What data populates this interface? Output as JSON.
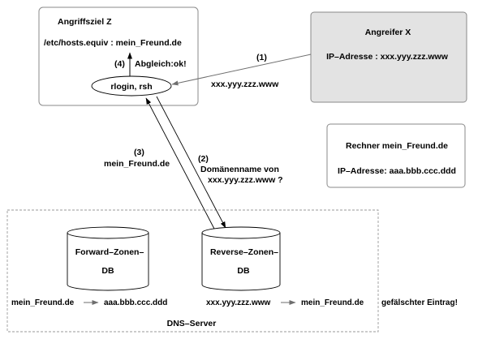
{
  "target_box": {
    "title": "Angriffsziel Z",
    "hosts_line": "/etc/hosts.equiv : mein_Freund.de",
    "step4_num": "(4)",
    "step4_text": "Abgleich:ok!",
    "service": "rlogin, rsh"
  },
  "attacker_box": {
    "title": "Angreifer X",
    "ip_line": "IP–Adresse : xxx.yyy.zzz.www",
    "fill": "#e3e3e3"
  },
  "attack_edge": {
    "step_num": "(1)",
    "source_ip": "xxx.yyy.zzz.www"
  },
  "friend_box": {
    "title": "Rechner mein_Freund.de",
    "ip_line": "IP–Adresse: aaa.bbb.ccc.ddd"
  },
  "dns_edges": {
    "step3_num": "(3)",
    "step3_text": "mein_Freund.de",
    "step2_num": "(2)",
    "step2_text1": "Domänenname  von",
    "step2_text2": "xxx.yyy.zzz.www ?"
  },
  "dns_server": {
    "label": "DNS–Server",
    "forward_db_line1": "Forward–Zonen–",
    "forward_db_line2": "DB",
    "reverse_db_line1": "Reverse–Zonen–",
    "reverse_db_line2": "DB",
    "forward_from": "mein_Freund.de",
    "forward_to": "aaa.bbb.ccc.ddd",
    "reverse_from": "xxx.yyy.zzz.www",
    "reverse_to": "mein_Freund.de",
    "fake_entry": "gefälschter Eintrag!"
  }
}
